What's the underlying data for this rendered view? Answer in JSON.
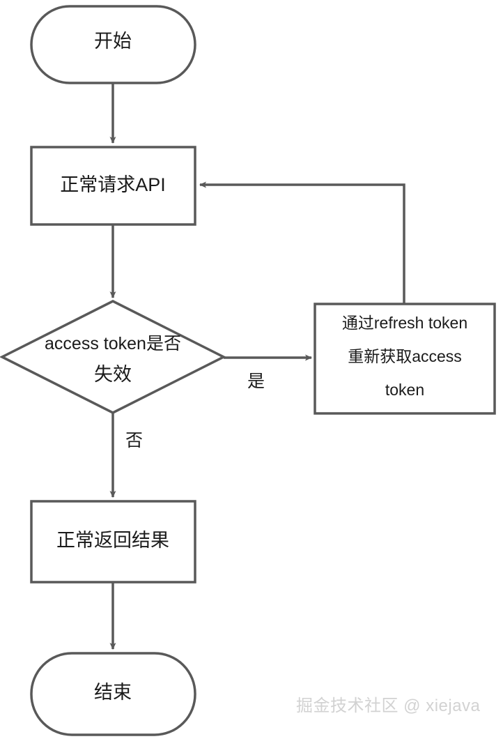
{
  "diagram": {
    "type": "flowchart",
    "orientation": "top-to-bottom",
    "stroke_color": "#595959",
    "fill_color": "#ffffff",
    "text_color": "#1a1a1a",
    "nodes": [
      {
        "id": "start",
        "shape": "stadium",
        "label": "开始"
      },
      {
        "id": "request",
        "shape": "rectangle",
        "label": "正常请求API"
      },
      {
        "id": "decision",
        "shape": "diamond",
        "label_line_1": "access token是否",
        "label_line_2": "失效"
      },
      {
        "id": "refresh",
        "shape": "rectangle",
        "label_line_1": "通过refresh token",
        "label_line_2": "重新获取access",
        "label_line_3": "token"
      },
      {
        "id": "return",
        "shape": "rectangle",
        "label": "正常返回结果"
      },
      {
        "id": "end",
        "shape": "stadium",
        "label": "结束"
      }
    ],
    "edges": [
      {
        "from": "start",
        "to": "request",
        "label": ""
      },
      {
        "from": "request",
        "to": "decision",
        "label": ""
      },
      {
        "from": "decision",
        "to": "refresh",
        "label": "是"
      },
      {
        "from": "decision",
        "to": "return",
        "label": "否"
      },
      {
        "from": "refresh",
        "to": "request",
        "label": ""
      },
      {
        "from": "return",
        "to": "end",
        "label": ""
      }
    ]
  },
  "labels": {
    "start": "开始",
    "request": "正常请求API",
    "decision_line_1": "access token是否",
    "decision_line_2": "失效",
    "refresh_line_1": "通过refresh token",
    "refresh_line_2": "重新获取access",
    "refresh_line_3": "token",
    "return": "正常返回结果",
    "end": "结束",
    "edge_yes": "是",
    "edge_no": "否"
  },
  "watermark": {
    "text": "掘金技术社区 @ xiejava",
    "color": "#d2d2d2"
  }
}
